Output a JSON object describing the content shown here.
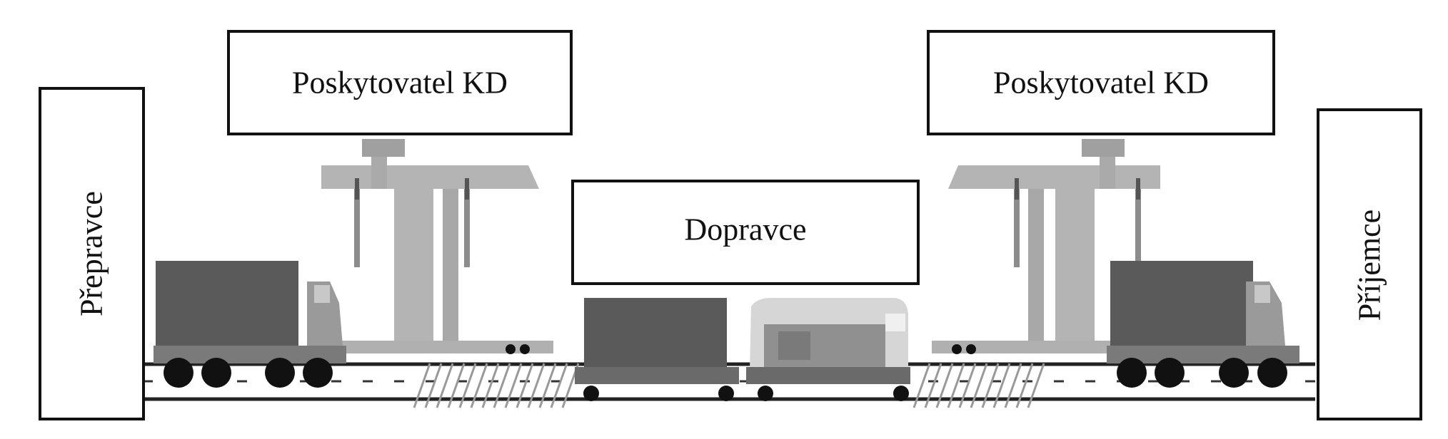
{
  "labels": {
    "shipper": "Přepravce",
    "provider_left": "Poskytovatel KD",
    "carrier": "Dopravce",
    "provider_right": "Poskytovatel KD",
    "receiver": "Příjemce"
  },
  "colors": {
    "crane": "#b4b4b4",
    "crane_dark": "#8c8c8c",
    "container": "#5a5a5a",
    "truck_cab": "#9a9a9a",
    "chassis": "#7a7a7a",
    "wheel": "#111111",
    "locomotive": "#d6d6d6",
    "locomotive_body": "#909090",
    "track": "#999999",
    "road_line": "#222222"
  }
}
